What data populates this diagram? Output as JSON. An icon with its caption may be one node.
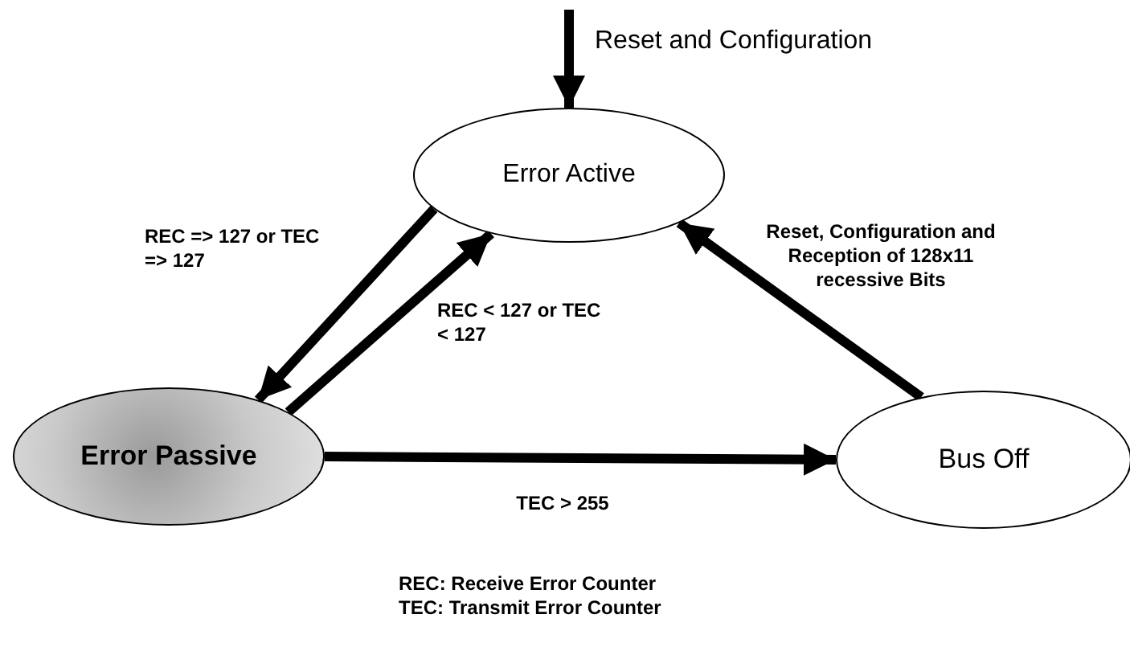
{
  "diagram": {
    "nodes": [
      {
        "text": [
          "Error Active"
        ]
      },
      {
        "text": [
          "Error Passive"
        ]
      },
      {
        "text": [
          "Bus Off"
        ]
      }
    ],
    "edges": [
      {
        "from": null,
        "to": 0,
        "arrow": "to",
        "label": "Reset and Configuration"
      },
      {
        "from": 0,
        "to": 1,
        "arrow": "to",
        "label": "REC => 127 or TEC => 127"
      },
      {
        "from": 1,
        "to": 0,
        "arrow": "to",
        "label": "REC < 127 or TEC < 127"
      },
      {
        "from": 1,
        "to": 2,
        "arrow": "to",
        "label": "TEC > 255"
      },
      {
        "from": 2,
        "to": 0,
        "arrow": "to",
        "label": "Reset, Configuration and Reception of 128x11 recessive Bits"
      }
    ],
    "labels": [
      "REC: Receive Error Counter",
      "TEC: Transmit Error Counter"
    ]
  }
}
